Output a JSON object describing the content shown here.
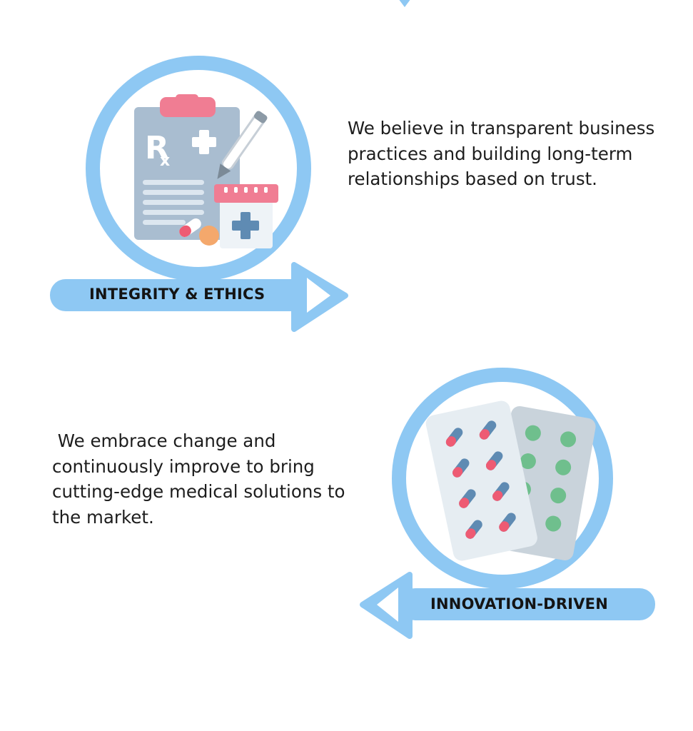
{
  "values": [
    {
      "title": "INTEGRITY & ETHICS",
      "description": "We believe in transparent business practices and building long-term relationships based on trust.",
      "icon": "prescription-clipboard-icon",
      "arrow_direction": "right"
    },
    {
      "title": "INNOVATION-DRIVEN",
      "description": " We embrace change and continuously improve to bring cutting-edge medical solutions to the market.",
      "icon": "pill-blister-packs-icon",
      "arrow_direction": "left"
    }
  ],
  "colors": {
    "ring": "#8ec8f3",
    "banner": "#8ec8f3",
    "clipboard": "#a9bdd0",
    "clip": "#f07d93",
    "pill_red": "#ee5b73",
    "pill_blue": "#5f8bb3",
    "tablet_green": "#6fbf8d"
  }
}
